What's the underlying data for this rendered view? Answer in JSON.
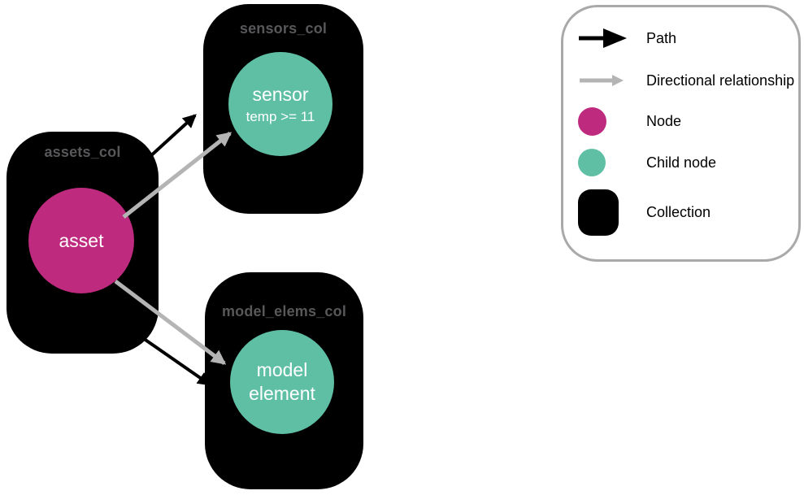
{
  "diagram": {
    "collections": [
      {
        "label": "assets_col",
        "node": {
          "label": "asset",
          "type": "node"
        }
      },
      {
        "label": "sensors_col",
        "node": {
          "label": "sensor",
          "sublabel": "temp >= 11",
          "type": "child-node"
        }
      },
      {
        "label": "model_elems_col",
        "node": {
          "label": "model element",
          "type": "child-node"
        }
      }
    ],
    "relationships": [
      {
        "type": "path",
        "from": "asset",
        "to": "sensor"
      },
      {
        "type": "directional",
        "from": "asset",
        "to": "sensor"
      },
      {
        "type": "path",
        "from": "asset",
        "to": "model element"
      },
      {
        "type": "directional",
        "from": "asset",
        "to": "model element"
      }
    ]
  },
  "legend": {
    "items": [
      {
        "icon": "path-arrow-icon",
        "label": "Path"
      },
      {
        "icon": "directional-arrow-icon",
        "label": "Directional relationship"
      },
      {
        "icon": "node-icon",
        "label": "Node"
      },
      {
        "icon": "child-node-icon",
        "label": "Child node"
      },
      {
        "icon": "collection-icon",
        "label": "Collection"
      }
    ]
  },
  "colors": {
    "node": "#BE2A7E",
    "child_node": "#5FBFA5",
    "collection": "#000000",
    "path_arrow": "#000000",
    "directional_arrow": "#B4B4B4",
    "collection_label": "#58585A",
    "node_label": "#FFFFFF",
    "legend_border": "#A9A9A9",
    "background": "#FFFFFF"
  }
}
